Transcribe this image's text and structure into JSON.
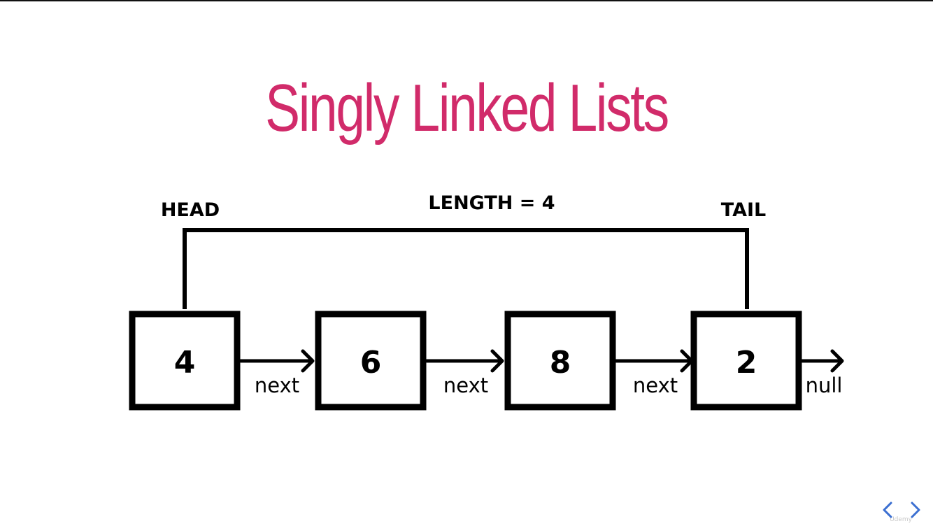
{
  "title": "Singly Linked Lists",
  "accent_color": "#d12b6a",
  "labels": {
    "head": "HEAD",
    "tail": "TAIL",
    "length": "LENGTH = 4"
  },
  "nodes": [
    {
      "value": "4",
      "next_label": "next"
    },
    {
      "value": "6",
      "next_label": "next"
    },
    {
      "value": "8",
      "next_label": "next"
    },
    {
      "value": "2",
      "next_label": "null"
    }
  ],
  "navigation": {
    "prev_icon": "chevron-left-icon",
    "next_icon": "chevron-right-icon",
    "icon_color": "#3b6fd1"
  },
  "watermark": "Udemy"
}
